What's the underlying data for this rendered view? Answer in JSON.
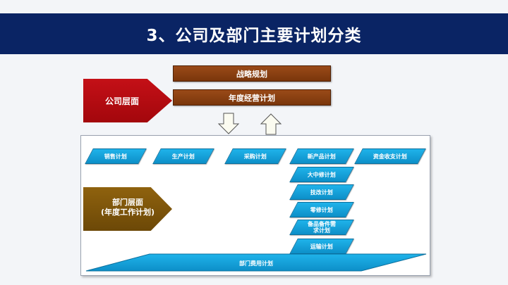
{
  "title": "3、公司及部门主要计划分类",
  "company_level": {
    "label": "公司层面",
    "plans": [
      "战略规划",
      "年度经营计划"
    ]
  },
  "department_level": {
    "label_line1": "部门层面",
    "label_line2": "(年度工作计划)",
    "top_row": [
      "销售计划",
      "生产计划",
      "采购计划",
      "新产品计划",
      "资金收支计划"
    ],
    "sub_plans": [
      "大中修计划",
      "技改计划",
      "零修计划",
      "备品备件需求计划",
      "运输计划"
    ],
    "expense_plan": "部门费用计划"
  },
  "colors": {
    "header_band": "#0a2464",
    "company_arrow": "#c41017",
    "company_plans": "#8a3f12",
    "department_arrow": "#7c550b",
    "plan_boxes": "#15a5df"
  }
}
